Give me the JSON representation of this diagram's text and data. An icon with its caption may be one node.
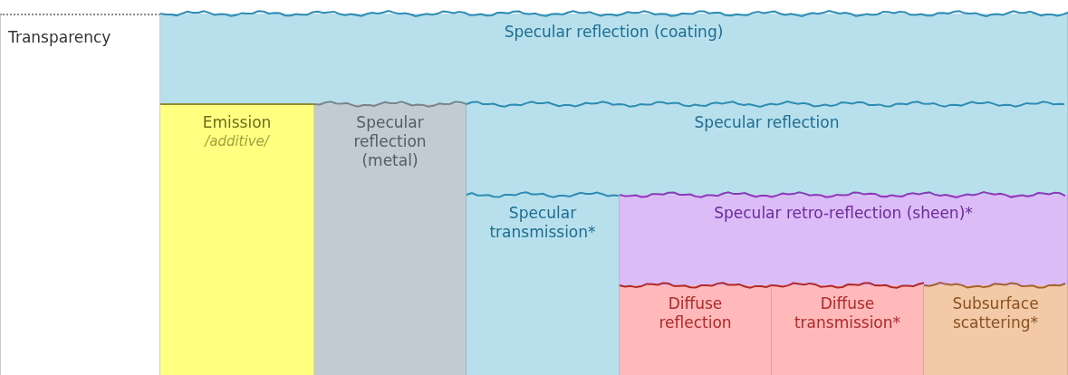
{
  "diagram": {
    "nodes": [
      {
        "text": [
          "Transparency"
        ]
      },
      {
        "text": [
          "Specular reflection (coating)"
        ]
      },
      {
        "text": [
          "Emission",
          "/additive/"
        ]
      },
      {
        "text": [
          "Specular reflection (metal)"
        ]
      },
      {
        "text": [
          "Specular reflection"
        ]
      },
      {
        "text": [
          "Specular transmission*"
        ]
      },
      {
        "text": [
          "Specular retro-reflection (sheen)*"
        ]
      },
      {
        "text": [
          "Diffuse reflection"
        ]
      },
      {
        "text": [
          "Diffuse transmission*"
        ]
      },
      {
        "text": [
          "Subsurface scattering*"
        ]
      }
    ]
  }
}
